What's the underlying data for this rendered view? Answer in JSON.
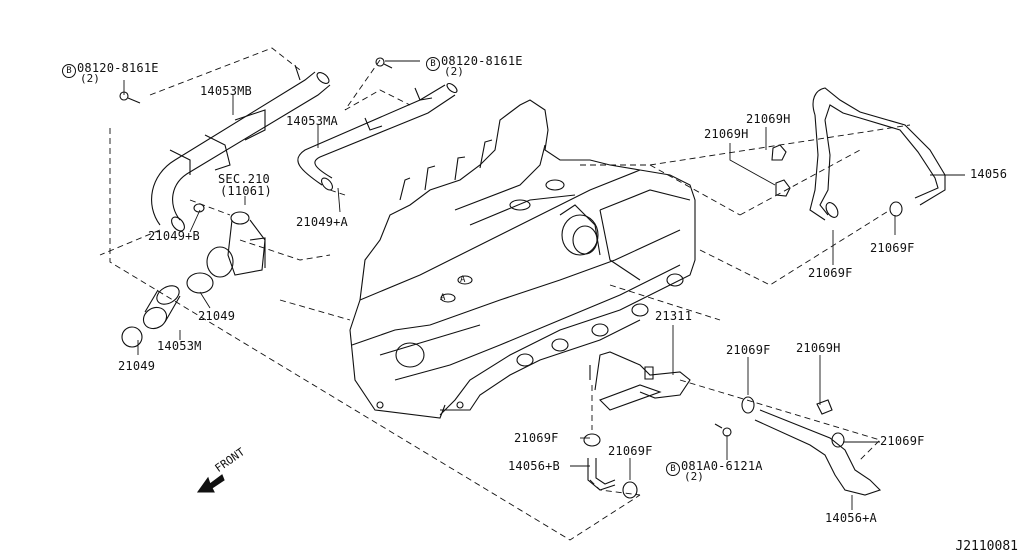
{
  "diagram": {
    "reference_code": "J2110081",
    "front_label": "FRONT",
    "parts": [
      {
        "id": "p0",
        "label": "08120-8161E",
        "qty": "(2)",
        "bolt_mark": "B"
      },
      {
        "id": "p1",
        "label": "14053MB"
      },
      {
        "id": "p2",
        "label": "08120-8161E",
        "qty": "(2)",
        "bolt_mark": "B"
      },
      {
        "id": "p3",
        "label": "14053MA"
      },
      {
        "id": "p4",
        "label": "SEC.210"
      },
      {
        "id": "p5",
        "label": "(11061)"
      },
      {
        "id": "p6",
        "label": "21049+B"
      },
      {
        "id": "p7",
        "label": "21049+A"
      },
      {
        "id": "p8",
        "label": "21049"
      },
      {
        "id": "p9",
        "label": "14053M"
      },
      {
        "id": "p10",
        "label": "21049"
      },
      {
        "id": "p11",
        "label": "21069H"
      },
      {
        "id": "p12",
        "label": "21069H"
      },
      {
        "id": "p13",
        "label": "14056"
      },
      {
        "id": "p14",
        "label": "21069F"
      },
      {
        "id": "p15",
        "label": "21069F"
      },
      {
        "id": "p16",
        "label": "21311"
      },
      {
        "id": "p17",
        "label": "21069F"
      },
      {
        "id": "p18",
        "label": "21069H"
      },
      {
        "id": "p19",
        "label": "21069F"
      },
      {
        "id": "p20",
        "label": "21069F"
      },
      {
        "id": "p21",
        "label": "14056+B"
      },
      {
        "id": "p22",
        "label": "21069F"
      },
      {
        "id": "p23",
        "label": "081A0-6121A",
        "qty": "(2)",
        "bolt_mark": "B"
      },
      {
        "id": "p24",
        "label": "14056+A"
      }
    ]
  }
}
